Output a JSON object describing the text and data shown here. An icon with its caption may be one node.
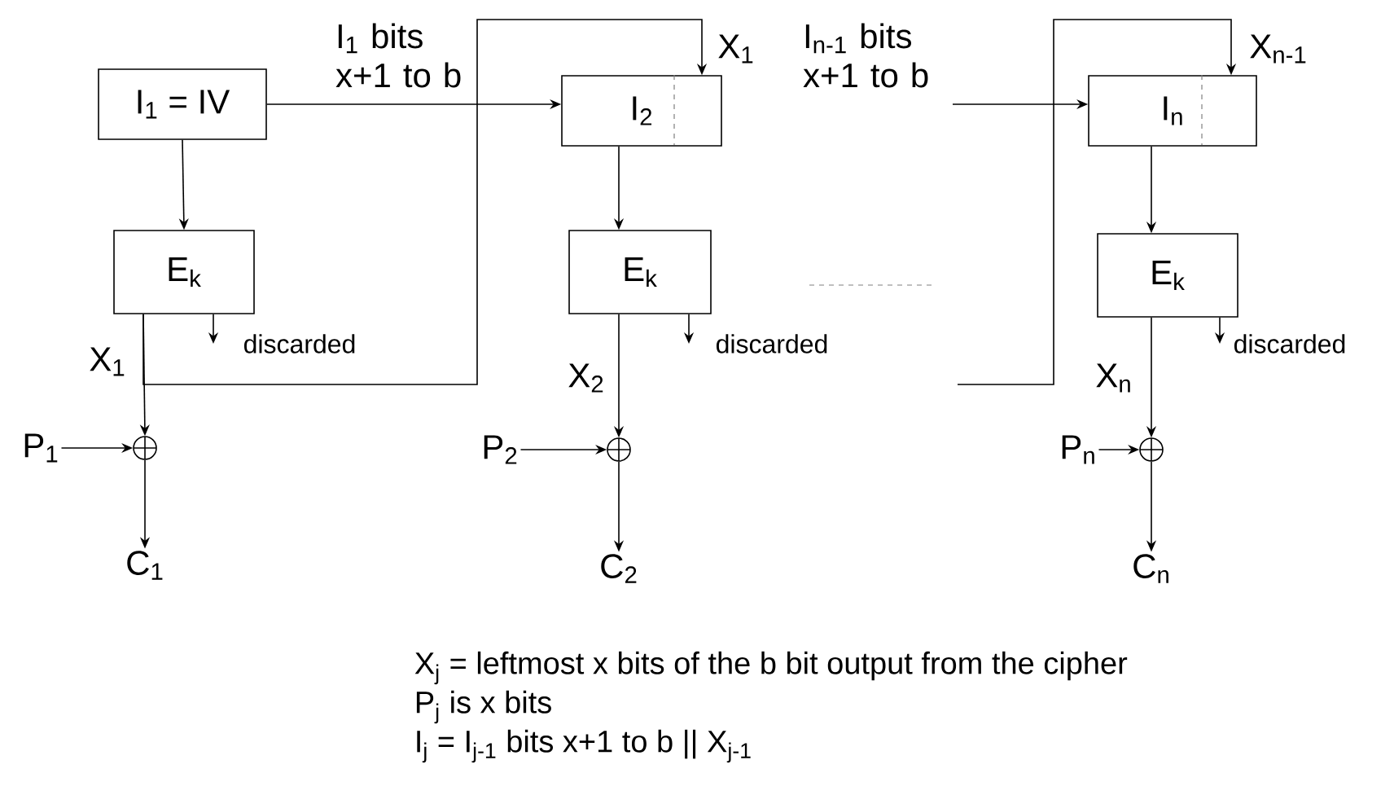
{
  "diagram": {
    "nodes": [
      {
        "text": [
          "I$_{1}$ = IV"
        ]
      },
      {
        "text": [
          "I$_{2}$"
        ]
      },
      {
        "text": [
          "I$_{n}$"
        ]
      },
      {
        "text": [
          "E$_{k}$"
        ]
      },
      {
        "text": [
          "E$_{k}$"
        ]
      },
      {
        "text": [
          "E$_{k}$"
        ]
      },
      {
        "text": [],
        "shape": "circle"
      },
      {
        "text": [],
        "shape": "circle"
      },
      {
        "text": [],
        "shape": "circle"
      },
      {
        "text": [
          "P$_{1}$"
        ]
      },
      {
        "text": [
          "P$_{2}$"
        ]
      },
      {
        "text": [
          "P$_{n}$"
        ]
      },
      {
        "text": [
          "C$_{1}$"
        ]
      },
      {
        "text": [
          "C$_{2}$"
        ]
      },
      {
        "text": [
          "C$_{n}$"
        ]
      },
      {
        "text": [
          "discarded"
        ]
      },
      {
        "text": [
          "discarded"
        ]
      },
      {
        "text": [
          "discarded"
        ]
      }
    ],
    "edges": [
      {
        "from": 0,
        "to": 1,
        "arrow": "to",
        "label": "I$_{1}$ bits x+1 to b"
      },
      {
        "from": 0,
        "to": 3,
        "arrow": "to"
      },
      {
        "from": 1,
        "to": 4,
        "arrow": "to"
      },
      {
        "from": 2,
        "to": 5,
        "arrow": "to"
      },
      {
        "from": 3,
        "to": 6,
        "arrow": "to",
        "label": "X$_{1}$"
      },
      {
        "from": 3,
        "to": 1,
        "arrow": "to",
        "label": "X$_{1}$"
      },
      {
        "from": 4,
        "to": 7,
        "arrow": "to",
        "label": "X$_{2}$"
      },
      {
        "from": 5,
        "to": 8,
        "arrow": "to",
        "label": "X$_{n}$"
      },
      {
        "from": null,
        "to": 2,
        "arrow": "to",
        "label": "X$_{n-1}$"
      },
      {
        "from": null,
        "to": 2,
        "arrow": "to",
        "label": "I$_{n-1}$ bits x+1 to b"
      },
      {
        "from": 9,
        "to": 6,
        "arrow": "to"
      },
      {
        "from": 10,
        "to": 7,
        "arrow": "to"
      },
      {
        "from": 11,
        "to": 8,
        "arrow": "to"
      },
      {
        "from": 6,
        "to": 12,
        "arrow": "to"
      },
      {
        "from": 7,
        "to": 13,
        "arrow": "to"
      },
      {
        "from": 8,
        "to": 14,
        "arrow": "to"
      },
      {
        "from": 3,
        "to": 15,
        "arrow": "to"
      },
      {
        "from": 4,
        "to": 16,
        "arrow": "to"
      },
      {
        "from": 5,
        "to": 17,
        "arrow": "to"
      }
    ],
    "labels": [
      "X$_{j}$ = leftmost x bits of the b bit output from the cipher",
      "P$_{j}$ is x bits",
      "I$_{j}$ = I$_{j-1}$ bits x+1 to b || X$_{j-1}$"
    ]
  }
}
